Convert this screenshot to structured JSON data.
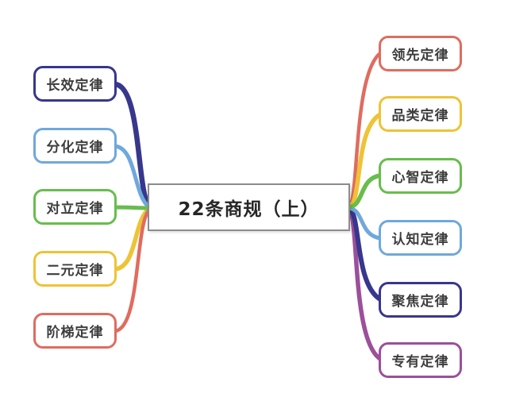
{
  "center": {
    "label": "22条商规（上）",
    "border_color": "#8c8c8c",
    "text_color": "#262626"
  },
  "palette": {
    "navy": "#37378d",
    "light_blue": "#6fa8dc",
    "green": "#68bd4d",
    "yellow": "#eec335",
    "salmon": "#df6c5f",
    "purple": "#9c4f9a",
    "node_text": "#3d3d3d",
    "background": "#ffffff"
  },
  "left_nodes": [
    {
      "label": "长效定律",
      "color": "#37378d"
    },
    {
      "label": "分化定律",
      "color": "#6fa8dc"
    },
    {
      "label": "对立定律",
      "color": "#68bd4d"
    },
    {
      "label": "二元定律",
      "color": "#eec335"
    },
    {
      "label": "阶梯定律",
      "color": "#df6c5f"
    }
  ],
  "right_nodes": [
    {
      "label": "领先定律",
      "color": "#df6c5f"
    },
    {
      "label": "品类定律",
      "color": "#eec335"
    },
    {
      "label": "心智定律",
      "color": "#68bd4d"
    },
    {
      "label": "认知定律",
      "color": "#6fa8dc"
    },
    {
      "label": "聚焦定律",
      "color": "#37378d"
    },
    {
      "label": "专有定律",
      "color": "#9c4f9a"
    }
  ]
}
